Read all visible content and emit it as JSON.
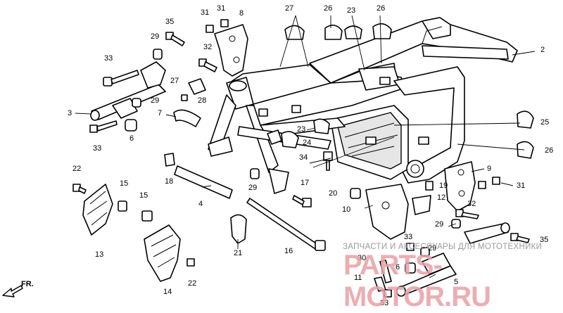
{
  "watermark": {
    "line1": "ЗАПЧАСТИ И АКСЕССУАРЫ ДЛЯ МОТОТЕХНИКИ",
    "line2": "PARTS-MOTOR.RU"
  },
  "direction_indicator": {
    "label": "FR."
  },
  "callouts": {
    "n1_31": "31",
    "n2_31": "31",
    "n_8": "8",
    "n_35": "35",
    "n_29": "29",
    "n_32": "32",
    "n_33": "33",
    "n_27a": "27",
    "n_27b": "27",
    "n_26a": "26",
    "n_23a": "23",
    "n_26b": "26",
    "n_2": "2",
    "n_3": "3",
    "n_29b": "29",
    "n_28": "28",
    "n_7": "7",
    "n_6": "6",
    "n_33b": "33",
    "n_23b": "23",
    "n_24": "24",
    "n_25": "25",
    "n_26c": "26",
    "n_34": "34",
    "n_22": "22",
    "n_18": "18",
    "n_4": "4",
    "n_15a": "15",
    "n_15b": "15",
    "n_13": "13",
    "n_29c": "29",
    "n_17": "17",
    "n_20": "20",
    "n_10": "10",
    "n_19": "19",
    "n_12": "12",
    "n_9": "9",
    "n_31c": "31",
    "n_32b": "32",
    "n_29d": "29",
    "n_35b": "35",
    "n_33c": "33",
    "n_21": "21",
    "n_16": "16",
    "n_14": "14",
    "n_22b": "22",
    "n_30": "30",
    "n_29e": "29",
    "n_6b": "6",
    "n_11": "11",
    "n_5": "5",
    "n_33d": "33"
  }
}
